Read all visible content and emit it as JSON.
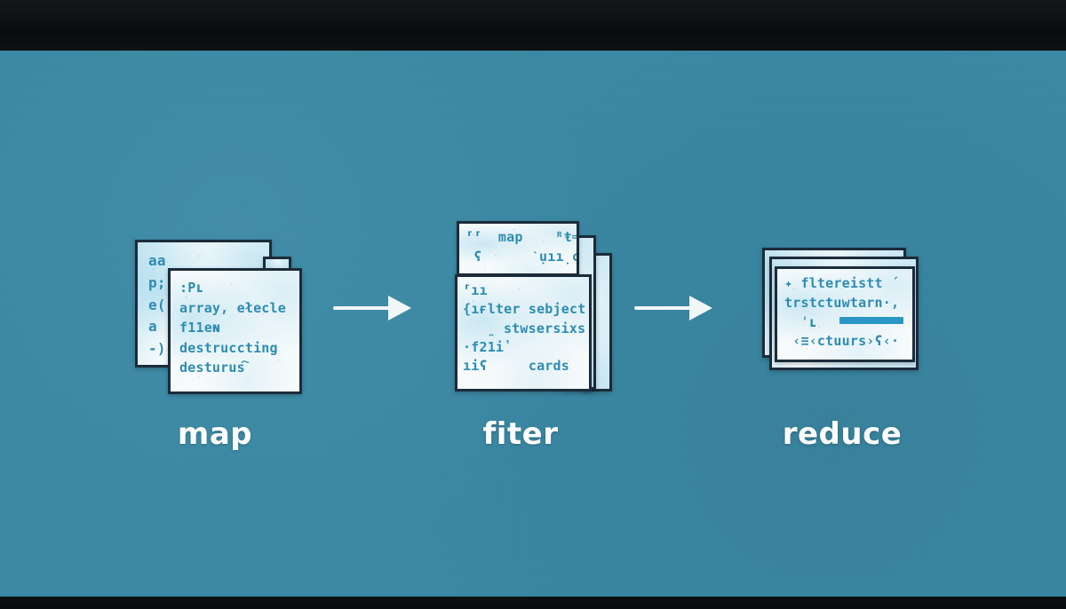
{
  "scene": {
    "background_color": "#3a88a4",
    "letterbox_color": "#0b0d0f",
    "card_paper_color": "#f7fbfc",
    "card_border_color": "#1b2b3a",
    "code_text_color": "#2e8cb2",
    "accent_bar_color": "#2b97c4",
    "label_color": "#fdfeff",
    "arrow_color": "#f2f7f8"
  },
  "stages": [
    {
      "id": "map",
      "label": "map",
      "cards": [
        {
          "role": "back-card",
          "lines": [
            "aa",
            "p;",
            "e(",
            "a",
            "-)"
          ]
        },
        {
          "role": "corner-card",
          "lines": [
            ""
          ]
        },
        {
          "role": "front-card",
          "lines": [
            ":Pʟ",
            "array, ełecle",
            "f11eɴ",
            "destruccting",
            "desturus҇"
          ]
        }
      ]
    },
    {
      "id": "filter",
      "label": "fiter",
      "cards": [
        {
          "role": "back-card-right",
          "lines": [
            ""
          ]
        },
        {
          "role": "back-card-right-2",
          "lines": [
            ""
          ]
        },
        {
          "role": "top-card",
          "lines": [
            "⸢⸢  map    ᴿŧ═",
            " ʕ      ˋụıı̣c"
          ]
        },
        {
          "role": "front-card",
          "lines": [
            "⸢ıı",
            "{ıғlter sebject",
            "   ̯ stwsersixs",
            "·f21i̔",
            "ıiʕ     cards"
          ]
        }
      ]
    },
    {
      "id": "reduce",
      "label": "reduce",
      "cards": [
        {
          "role": "back-card",
          "lines": [
            ""
          ]
        },
        {
          "role": "mid-card",
          "lines": [
            ""
          ]
        },
        {
          "role": "front-card",
          "lines": [
            "✦ fltereistt ´",
            "trstctuwtarn·,",
            "  ˈʟ",
            " ‹≡‹ctuurs›ʕ‹·"
          ],
          "has_accent_bar": true
        }
      ]
    }
  ],
  "arrows": [
    {
      "id": "arrow-map-to-filter",
      "glyph": "right-arrow"
    },
    {
      "id": "arrow-filter-to-reduce",
      "glyph": "right-arrow"
    }
  ]
}
